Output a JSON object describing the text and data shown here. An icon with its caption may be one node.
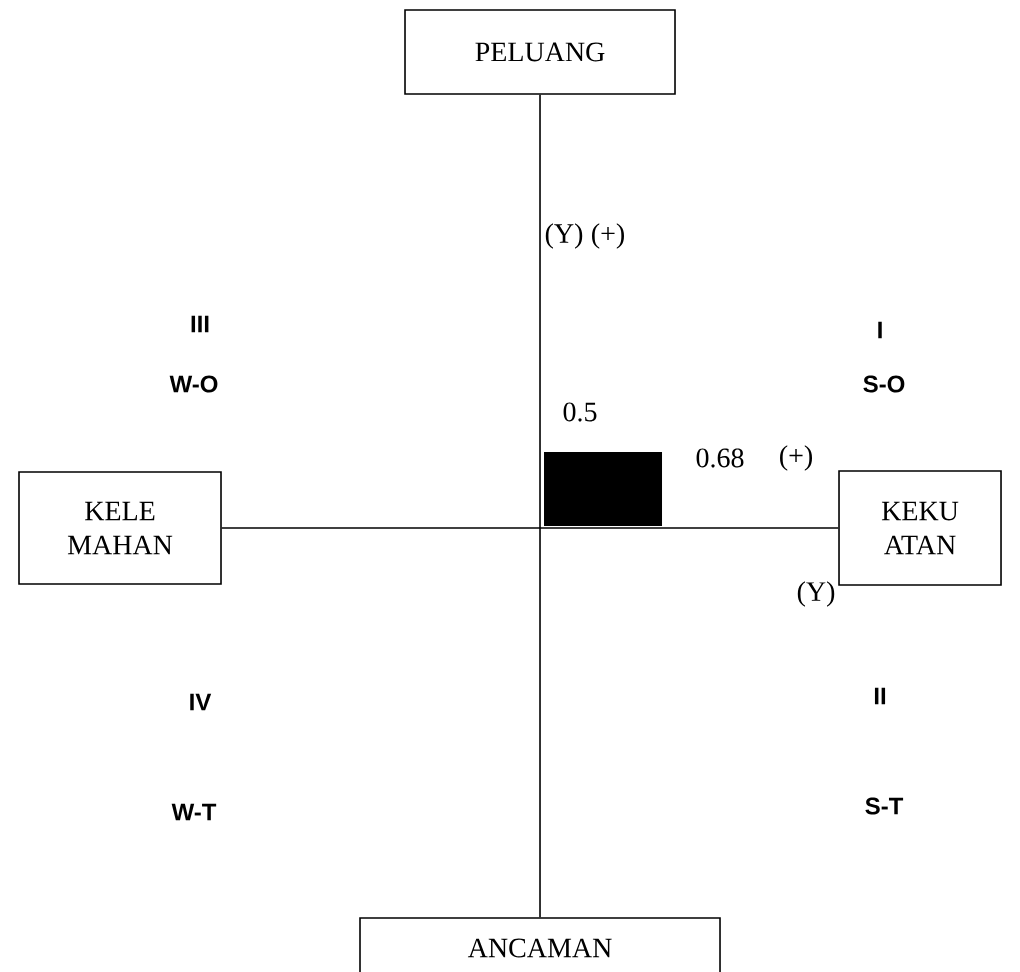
{
  "diagram": {
    "nodes": [
      {
        "text": [
          "PELUANG"
        ]
      },
      {
        "text": [
          "KELE MAHAN"
        ]
      },
      {
        "text": [
          "KEKU ATAN"
        ]
      },
      {
        "text": [
          "ANCAMAN"
        ]
      }
    ],
    "edges": [
      {
        "from": 0,
        "to": 3,
        "arrow": "none"
      },
      {
        "from": 1,
        "to": 2,
        "arrow": "none"
      }
    ],
    "labels": [
      "(Y)",
      "(+)",
      "III",
      "I",
      "W-O",
      "S-O",
      "0.5",
      "0.68",
      "(+)",
      "(Y)",
      "IV",
      "II",
      "W-T",
      "S-T"
    ]
  }
}
